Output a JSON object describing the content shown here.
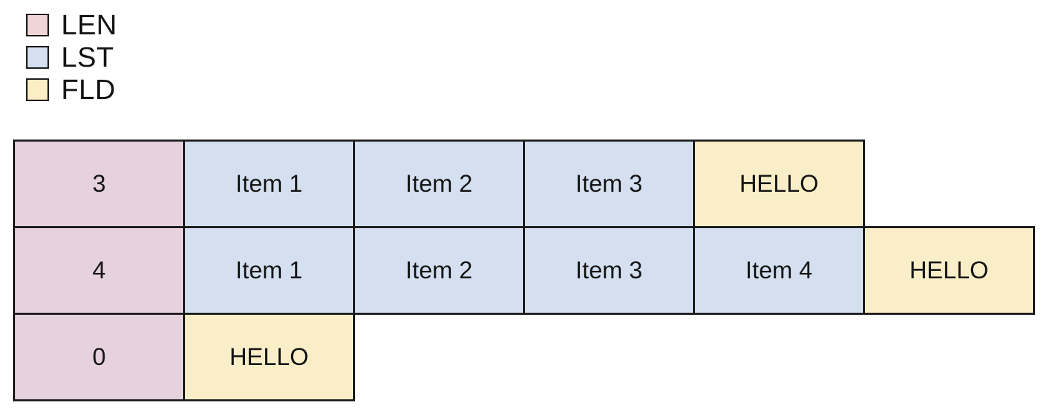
{
  "legend": {
    "items": [
      {
        "label": "LEN",
        "color": "#efd5d6",
        "swatch_name": "legend-swatch-len"
      },
      {
        "label": "LST",
        "color": "#d4e0f0",
        "swatch_name": "legend-swatch-lst"
      },
      {
        "label": "FLD",
        "color": "#fbedc6",
        "swatch_name": "legend-swatch-fld"
      }
    ]
  },
  "colors": {
    "len": "#e6d1de",
    "lst": "#d4e0f0",
    "fld": "#faeec8",
    "border": "#1c1c1c",
    "background": "#ffffff",
    "text": "#151515"
  },
  "table": {
    "rows": [
      {
        "name": "table-row-1",
        "cells": [
          {
            "text": "3",
            "kind": "len"
          },
          {
            "text": "Item 1",
            "kind": "lst"
          },
          {
            "text": "Item 2",
            "kind": "lst"
          },
          {
            "text": "Item 3",
            "kind": "lst"
          },
          {
            "text": "HELLO",
            "kind": "fld"
          }
        ]
      },
      {
        "name": "table-row-2",
        "cells": [
          {
            "text": "4",
            "kind": "len"
          },
          {
            "text": "Item 1",
            "kind": "lst"
          },
          {
            "text": "Item 2",
            "kind": "lst"
          },
          {
            "text": "Item 3",
            "kind": "lst"
          },
          {
            "text": "Item 4",
            "kind": "lst"
          },
          {
            "text": "HELLO",
            "kind": "fld"
          }
        ]
      },
      {
        "name": "table-row-3",
        "cells": [
          {
            "text": "0",
            "kind": "len"
          },
          {
            "text": "HELLO",
            "kind": "fld"
          }
        ]
      }
    ]
  }
}
